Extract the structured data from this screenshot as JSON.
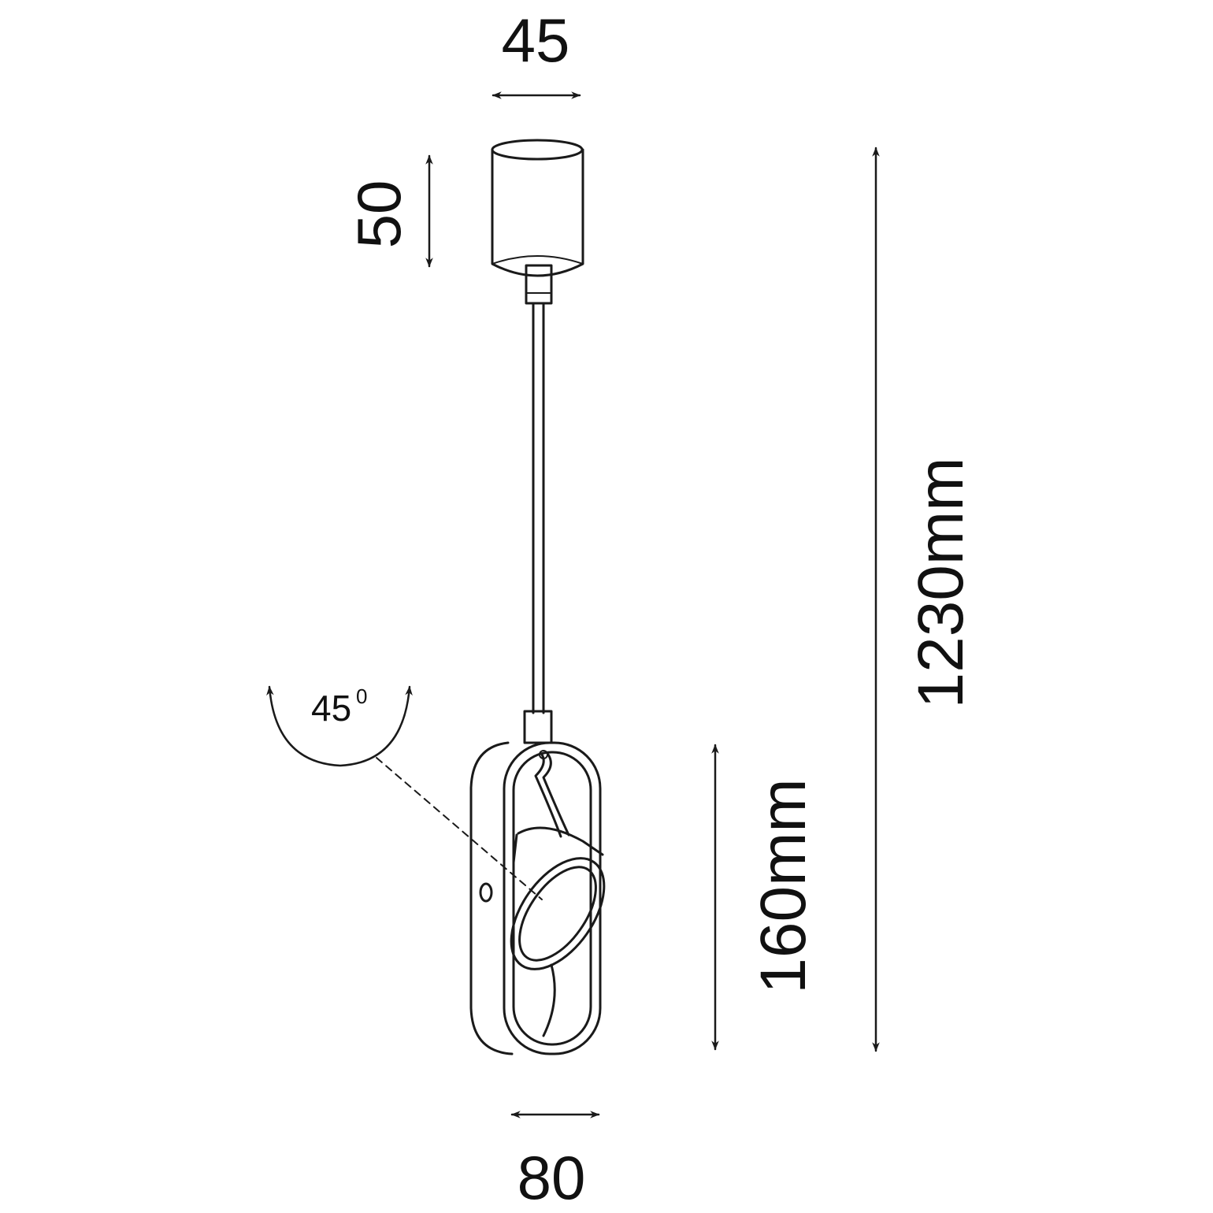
{
  "dimensions": {
    "canopy_width": "45",
    "canopy_height": "50",
    "total_height": "1230mm",
    "head_height": "160mm",
    "head_width": "80",
    "tilt_angle": "45",
    "tilt_angle_unit": "0"
  },
  "colors": {
    "line": "#1a1a1a",
    "background": "#ffffff"
  }
}
